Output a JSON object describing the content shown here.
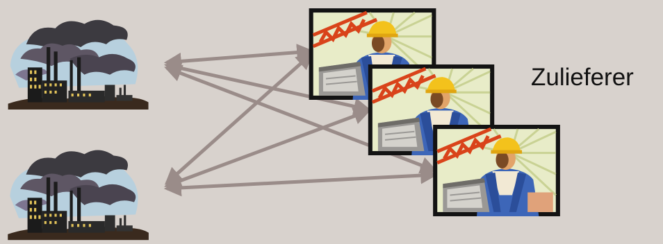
{
  "diagram": {
    "supplier_label": "Zulieferer",
    "factories": [
      {
        "id": "factory-1",
        "icon": "factory-smokestack-clipart"
      },
      {
        "id": "factory-2",
        "icon": "factory-smokestack-clipart"
      }
    ],
    "suppliers": [
      {
        "id": "supplier-1",
        "icon": "construction-worker-clipart"
      },
      {
        "id": "supplier-2",
        "icon": "construction-worker-clipart"
      },
      {
        "id": "supplier-3",
        "icon": "construction-worker-clipart"
      }
    ],
    "connections": [
      {
        "from": "factory-1",
        "to": "supplier-1"
      },
      {
        "from": "factory-1",
        "to": "supplier-2"
      },
      {
        "from": "factory-1",
        "to": "supplier-3"
      },
      {
        "from": "factory-2",
        "to": "supplier-1"
      },
      {
        "from": "factory-2",
        "to": "supplier-2"
      },
      {
        "from": "factory-2",
        "to": "supplier-3"
      }
    ],
    "colors": {
      "background": "#d8d2cd",
      "arrow": "#9a8c89",
      "label": "#111111"
    }
  }
}
